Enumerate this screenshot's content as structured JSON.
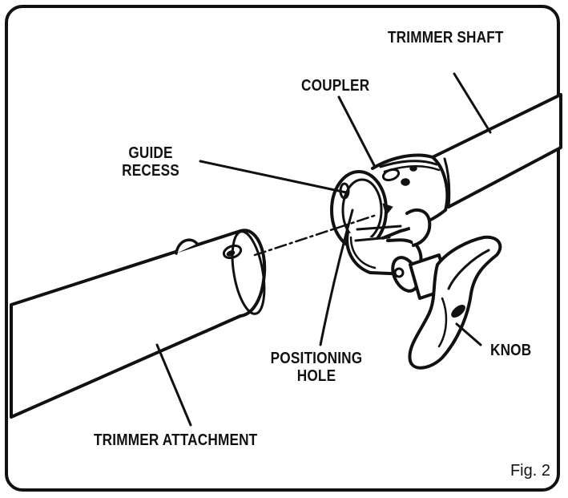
{
  "labels": {
    "trimmer_shaft": "TRIMMER  SHAFT",
    "coupler": "COUPLER",
    "guide_recess_line1": "GUIDE",
    "guide_recess_line2": "RECESS",
    "positioning_hole_line1": "POSITIONING",
    "positioning_hole_line2": "HOLE",
    "knob": "KNOB",
    "trimmer_attachment": "TRIMMER  ATTACHMENT"
  },
  "figure_label": "Fig. 2"
}
